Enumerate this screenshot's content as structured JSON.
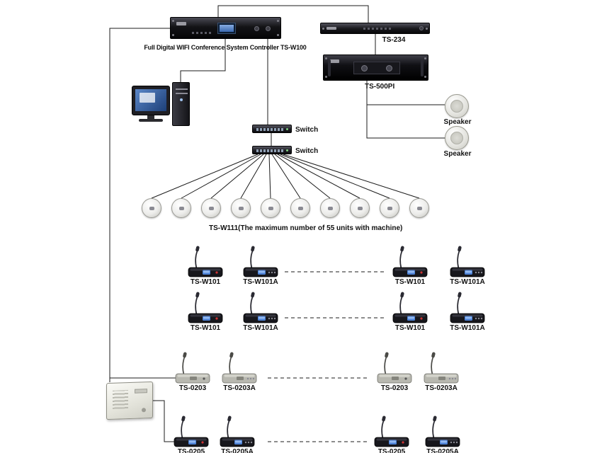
{
  "labels": {
    "controller": "Full Digital WIFI Conference System Controller TS-W100",
    "ts234": "TS-234",
    "ts500pi": "TS-500PI",
    "speaker1": "Speaker",
    "speaker2": "Speaker",
    "switch1": "Switch",
    "switch2": "Switch",
    "wifi_caption": "TS-W111(The maximum number of 55 units with machine)"
  },
  "wifi_units": {
    "model": "TS-W111",
    "count": 10
  },
  "mic_rows": [
    {
      "style": "screen",
      "labels": [
        "TS-W101",
        "TS-W101A",
        "TS-W101",
        "TS-W101A"
      ]
    },
    {
      "style": "screen",
      "labels": [
        "TS-W101",
        "TS-W101A",
        "TS-W101",
        "TS-W101A"
      ]
    },
    {
      "style": "gray",
      "labels": [
        "TS-0203",
        "TS-0203A",
        "TS-0203",
        "TS-0203A"
      ]
    },
    {
      "style": "screen",
      "labels": [
        "TS-0205",
        "TS-0205A",
        "TS-0205",
        "TS-0205A"
      ]
    }
  ],
  "colors": {
    "wire": "#1b1b1b",
    "screen_blue": "#4d82d6",
    "device_black": "#17171c"
  }
}
